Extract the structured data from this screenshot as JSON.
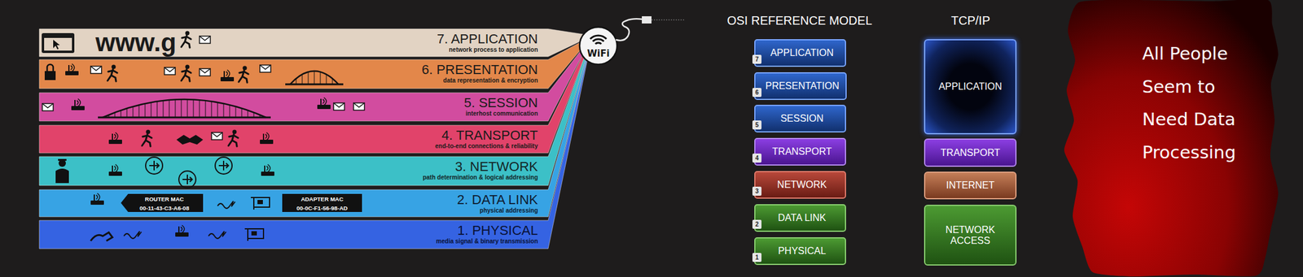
{
  "diagram": {
    "nodes": [
      {
        "text": [
          "7. APPLICATION",
          "network process to application"
        ]
      },
      {
        "text": [
          "6. PRESENTATION",
          "data representation & encryption"
        ]
      },
      {
        "text": [
          "5. SESSION",
          "interhost communication"
        ]
      },
      {
        "text": [
          "4. TRANSPORT",
          "end-to-end connections & reliability"
        ]
      },
      {
        "text": [
          "3. NETWORK",
          "path determination & logical addressing"
        ]
      },
      {
        "text": [
          "2. DATA LINK",
          "physical addressing"
        ]
      },
      {
        "text": [
          "1. PHYSICAL",
          "media signal & binary transmission"
        ]
      },
      {
        "text": [
          "7",
          "APPLICATION"
        ]
      },
      {
        "text": [
          "6",
          "PRESENTATION"
        ]
      },
      {
        "text": [
          "5",
          "SESSION"
        ]
      },
      {
        "text": [
          "4",
          "TRANSPORT"
        ]
      },
      {
        "text": [
          "3",
          "NETWORK"
        ]
      },
      {
        "text": [
          "2",
          "DATA LINK"
        ]
      },
      {
        "text": [
          "1",
          "PHYSICAL"
        ]
      },
      {
        "text": [
          "APPLICATION"
        ]
      },
      {
        "text": [
          "TRANSPORT"
        ]
      },
      {
        "text": [
          "INTERNET"
        ]
      },
      {
        "text": [
          "NETWORK ACCESS"
        ]
      },
      {
        "text": [
          "All People Seem to Need Data Processing"
        ]
      }
    ],
    "labels": [
      "www.g",
      "ROUTER MAC",
      "00-11-43-C3-A6-08",
      "ADAPTER MAC",
      "00-0C-F1-56-98-AD",
      "WiFi",
      "OSI REFERENCE MODEL",
      "TCP/IP"
    ]
  }
}
